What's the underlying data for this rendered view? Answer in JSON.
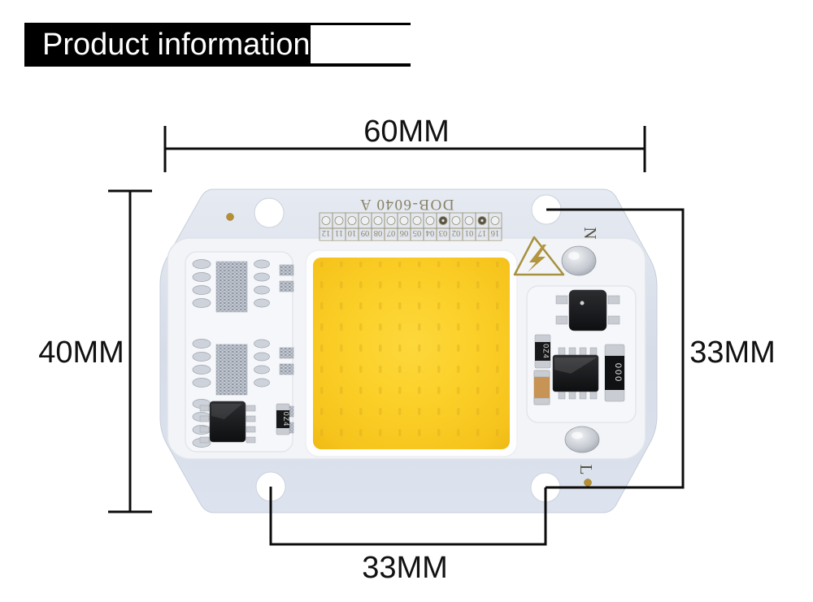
{
  "header": {
    "title": "Product information"
  },
  "dimensions": {
    "width_top": "60MM",
    "height_left": "40MM",
    "hole_span_right": "33MM",
    "hole_span_bottom": "33MM"
  },
  "chip": {
    "model_marking": "DOB-6040 A",
    "terminal_labels": {
      "neutral": "N",
      "live": "L"
    },
    "date_code": {
      "columns": [
        "16",
        "17",
        "01",
        "02",
        "03",
        "04",
        "05",
        "06",
        "07",
        "08",
        "09",
        "10",
        "11",
        "12"
      ],
      "marked": [
        "17",
        "03"
      ]
    },
    "component_markings": {
      "left_resistor": "0Z4",
      "driver_resistor": "0Z4",
      "output_resistor": "000"
    }
  },
  "colors": {
    "led_yellow": "#FBCF27",
    "pcb_surface": "#D9E0EC",
    "marking_gold": "#8A8266",
    "dimension_line": "#0C0C0C",
    "banner_background": "#000000",
    "banner_text": "#FFFFFF"
  }
}
